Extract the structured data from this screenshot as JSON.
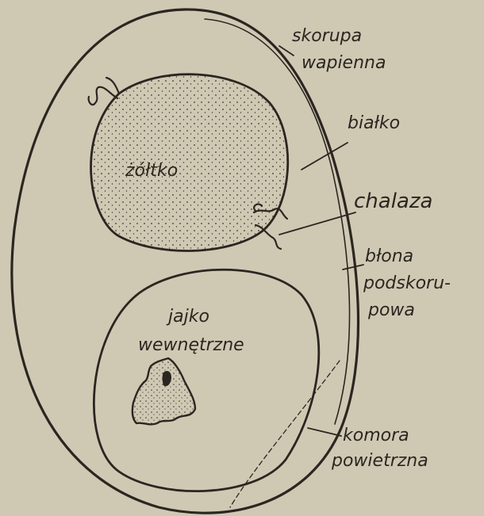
{
  "labels": {
    "shell": [
      "skorupa",
      "wapienna"
    ],
    "albumen": "białko",
    "chalaza": "chalaza",
    "membrane": [
      "błona",
      "podskoru-",
      "powa"
    ],
    "air_chamber": [
      "komora",
      "powietrzna"
    ],
    "yolk": "żółtko",
    "inner_egg": [
      "jajko",
      "wewnętrzne"
    ]
  },
  "colors": {
    "paper": "#cfc9b4",
    "ink": "#2b2620",
    "stipple": "#3a3329"
  }
}
